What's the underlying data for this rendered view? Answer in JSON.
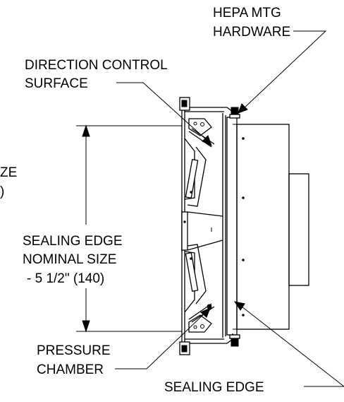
{
  "labels": {
    "hepa_mtg_line1": "HEPA MTG",
    "hepa_mtg_line2": "HARDWARE",
    "direction_line1": "DIRECTION CONTROL",
    "direction_line2": "SURFACE",
    "left_cut_line1": "ZE",
    "left_cut_line2": ")",
    "sealing_nom_line1": "SEALING EDGE",
    "sealing_nom_line2": "NOMINAL SIZE",
    "sealing_nom_line3": "- 5 1/2\" (140)",
    "pressure_line1": "PRESSURE",
    "pressure_line2": "CHAMBER",
    "sealing_edge": "SEALING EDGE"
  },
  "colors": {
    "ink": "#000000",
    "paper": "#ffffff"
  }
}
